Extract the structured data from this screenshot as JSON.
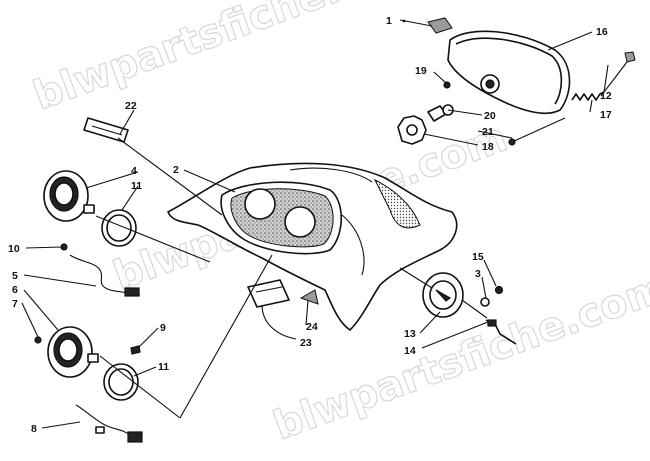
{
  "watermark": "blwpartsfiche.com",
  "callouts": [
    "1",
    "2",
    "3",
    "4",
    "5",
    "6",
    "7",
    "8",
    "9",
    "10",
    "11",
    "11",
    "12",
    "13",
    "14",
    "15",
    "16",
    "17",
    "18",
    "19",
    "20",
    "21",
    "22",
    "23",
    "24"
  ]
}
